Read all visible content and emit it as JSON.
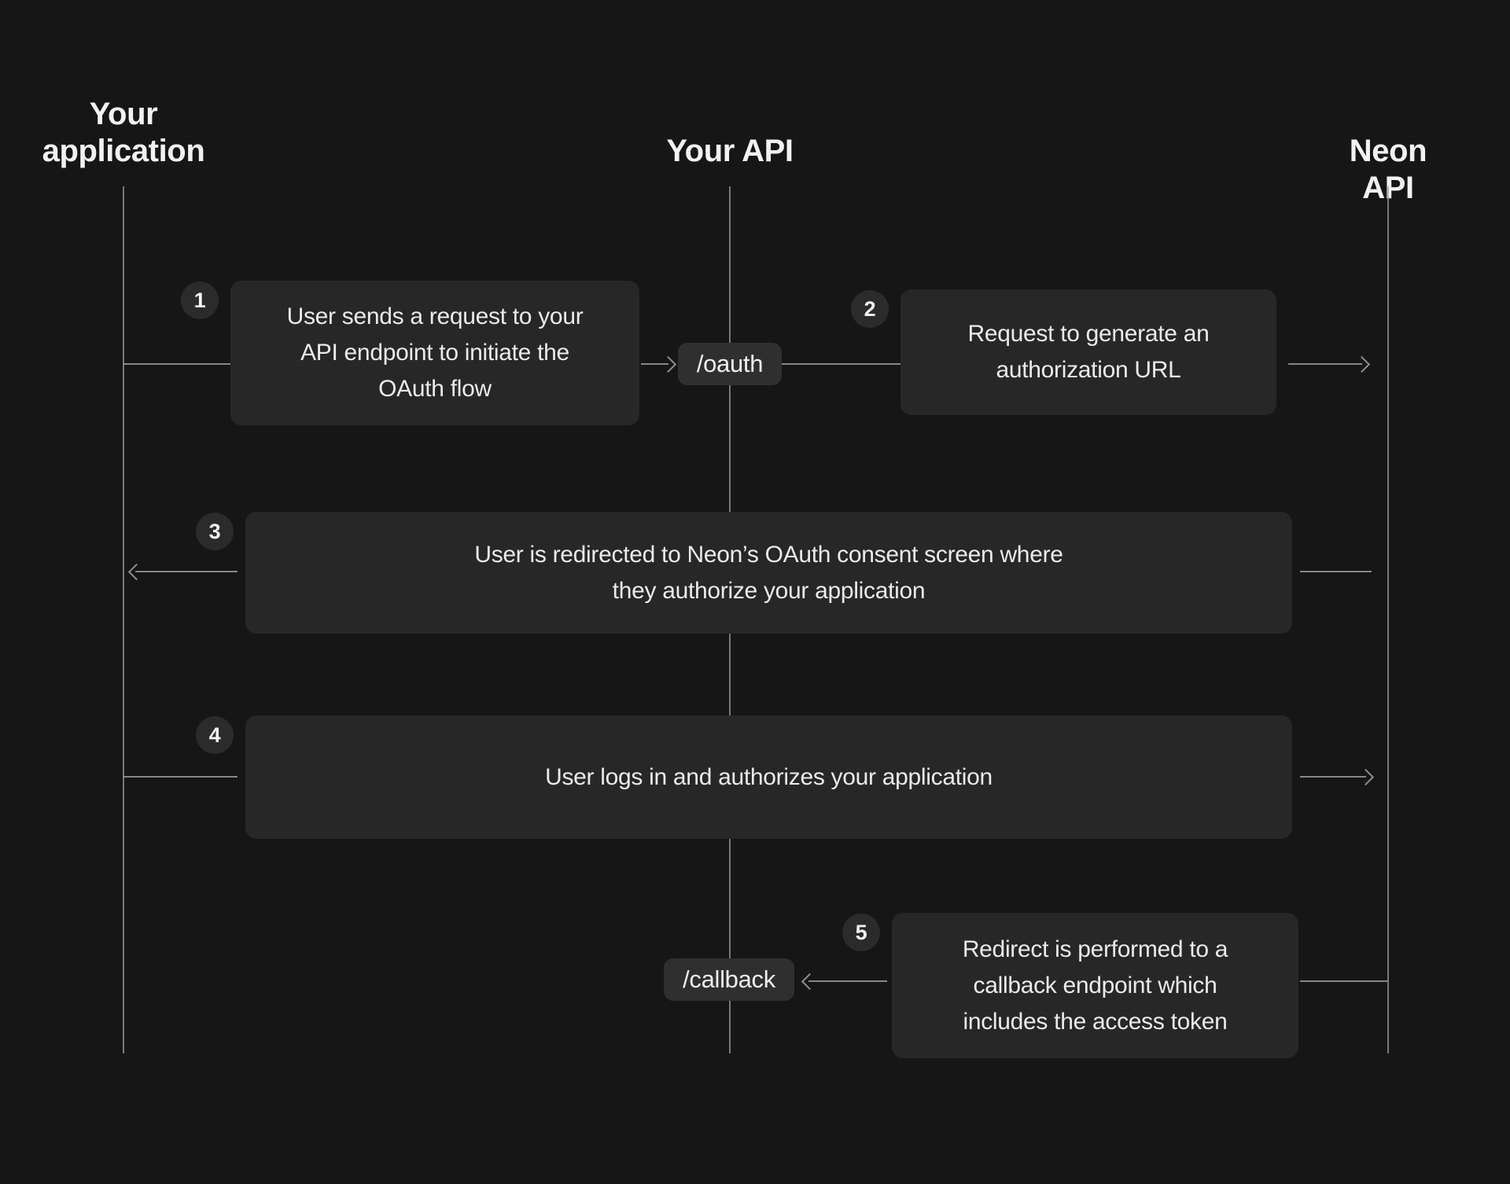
{
  "colors": {
    "background": "#161616",
    "box_fill": "#272727",
    "pill_fill": "#2f2f2f",
    "badge_fill": "#2b2b2b",
    "line": "#9b9b9b",
    "body_text": "#ebebeb",
    "heading_text": "#f2f2f2"
  },
  "actors": [
    {
      "id": "your-application",
      "label": "Your\napplication"
    },
    {
      "id": "your-api",
      "label": "Your API"
    },
    {
      "id": "neon-api",
      "label": "Neon API"
    }
  ],
  "endpoints": [
    {
      "id": "oauth",
      "label": "/oauth"
    },
    {
      "id": "callback",
      "label": "/callback"
    }
  ],
  "steps": [
    {
      "number": "1",
      "text": "User sends a request to your\nAPI endpoint to initiate the\nOAuth flow"
    },
    {
      "number": "2",
      "text": "Request to generate an\nauthorization URL"
    },
    {
      "number": "3",
      "text": "User is redirected to Neon’s OAuth consent screen where\nthey authorize your application"
    },
    {
      "number": "4",
      "text": "User logs in and authorizes your application"
    },
    {
      "number": "5",
      "text": "Redirect is performed to a\ncallback endpoint which\nincludes the access token"
    }
  ]
}
